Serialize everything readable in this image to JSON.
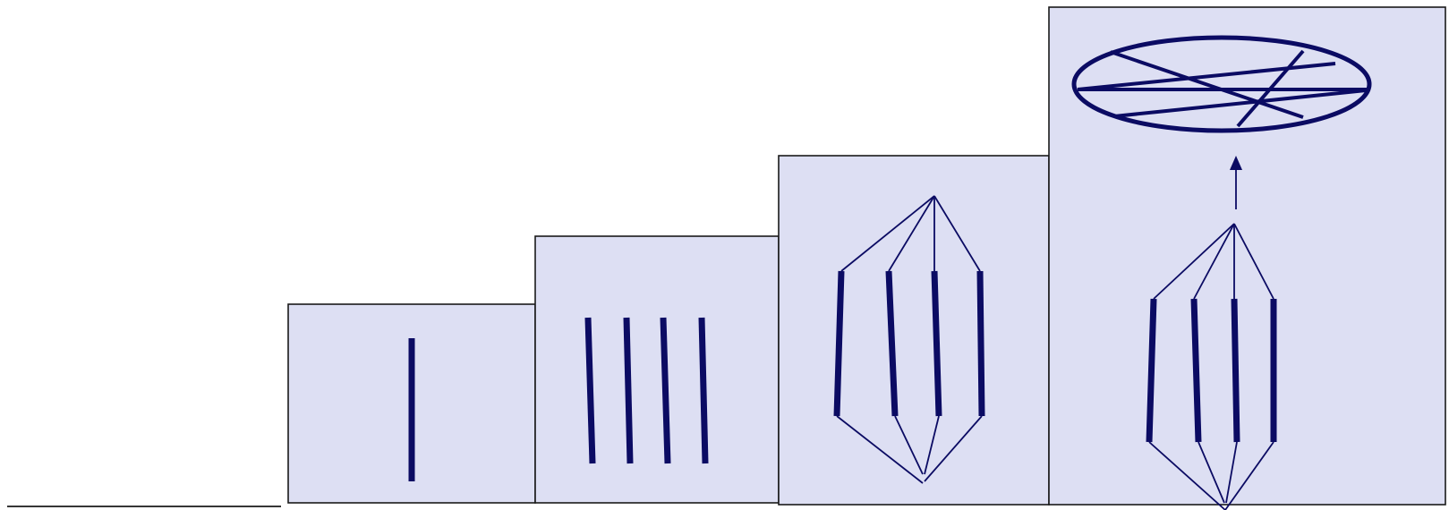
{
  "colors": {
    "background": "#ffffff",
    "panel_fill": "#dddff3",
    "panel_stroke": "#1a1a1a",
    "element": "#0b0b63"
  },
  "diagram": {
    "type": "stepped-panels",
    "panels": [
      {
        "id": "panel-1",
        "elements": [
          "single-bar"
        ]
      },
      {
        "id": "panel-2",
        "elements": [
          "four-bars"
        ]
      },
      {
        "id": "panel-3",
        "elements": [
          "four-bars",
          "converging-lines-top",
          "converging-lines-bottom"
        ]
      },
      {
        "id": "panel-4",
        "elements": [
          "four-bars",
          "converging-lines-top",
          "converging-lines-bottom",
          "up-arrow",
          "ellipse-with-crossing-lines"
        ]
      }
    ],
    "baseline_line": true
  }
}
